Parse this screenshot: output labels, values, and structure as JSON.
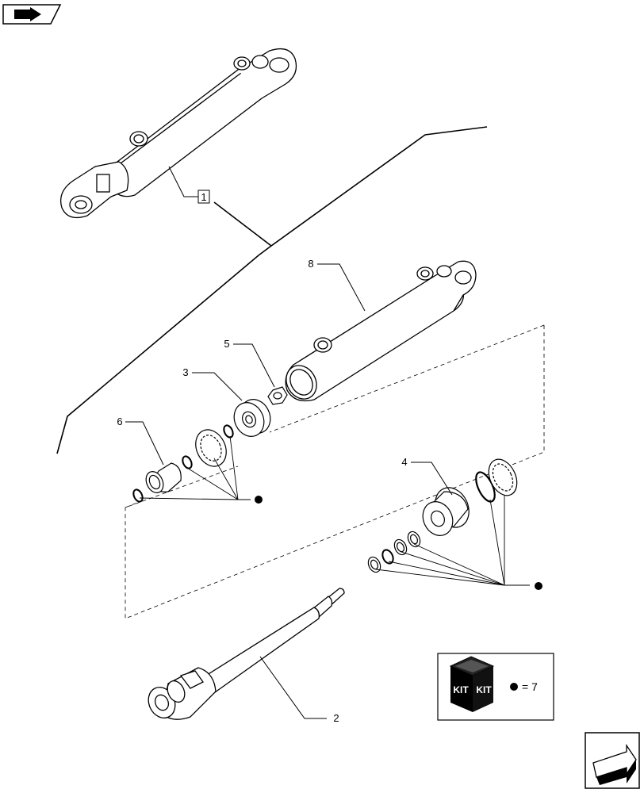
{
  "callouts": {
    "item1": "1",
    "item2": "2",
    "item3": "3",
    "item4": "4",
    "item5": "5",
    "item6": "6",
    "item8": "8"
  },
  "kit": {
    "label_left": "KIT",
    "label_right": "KIT",
    "legend_text": "= 7",
    "marker_color": "#000000"
  },
  "icons": {
    "top_left": "back-arrow-icon",
    "bottom_right": "next-page-arrow-icon"
  }
}
